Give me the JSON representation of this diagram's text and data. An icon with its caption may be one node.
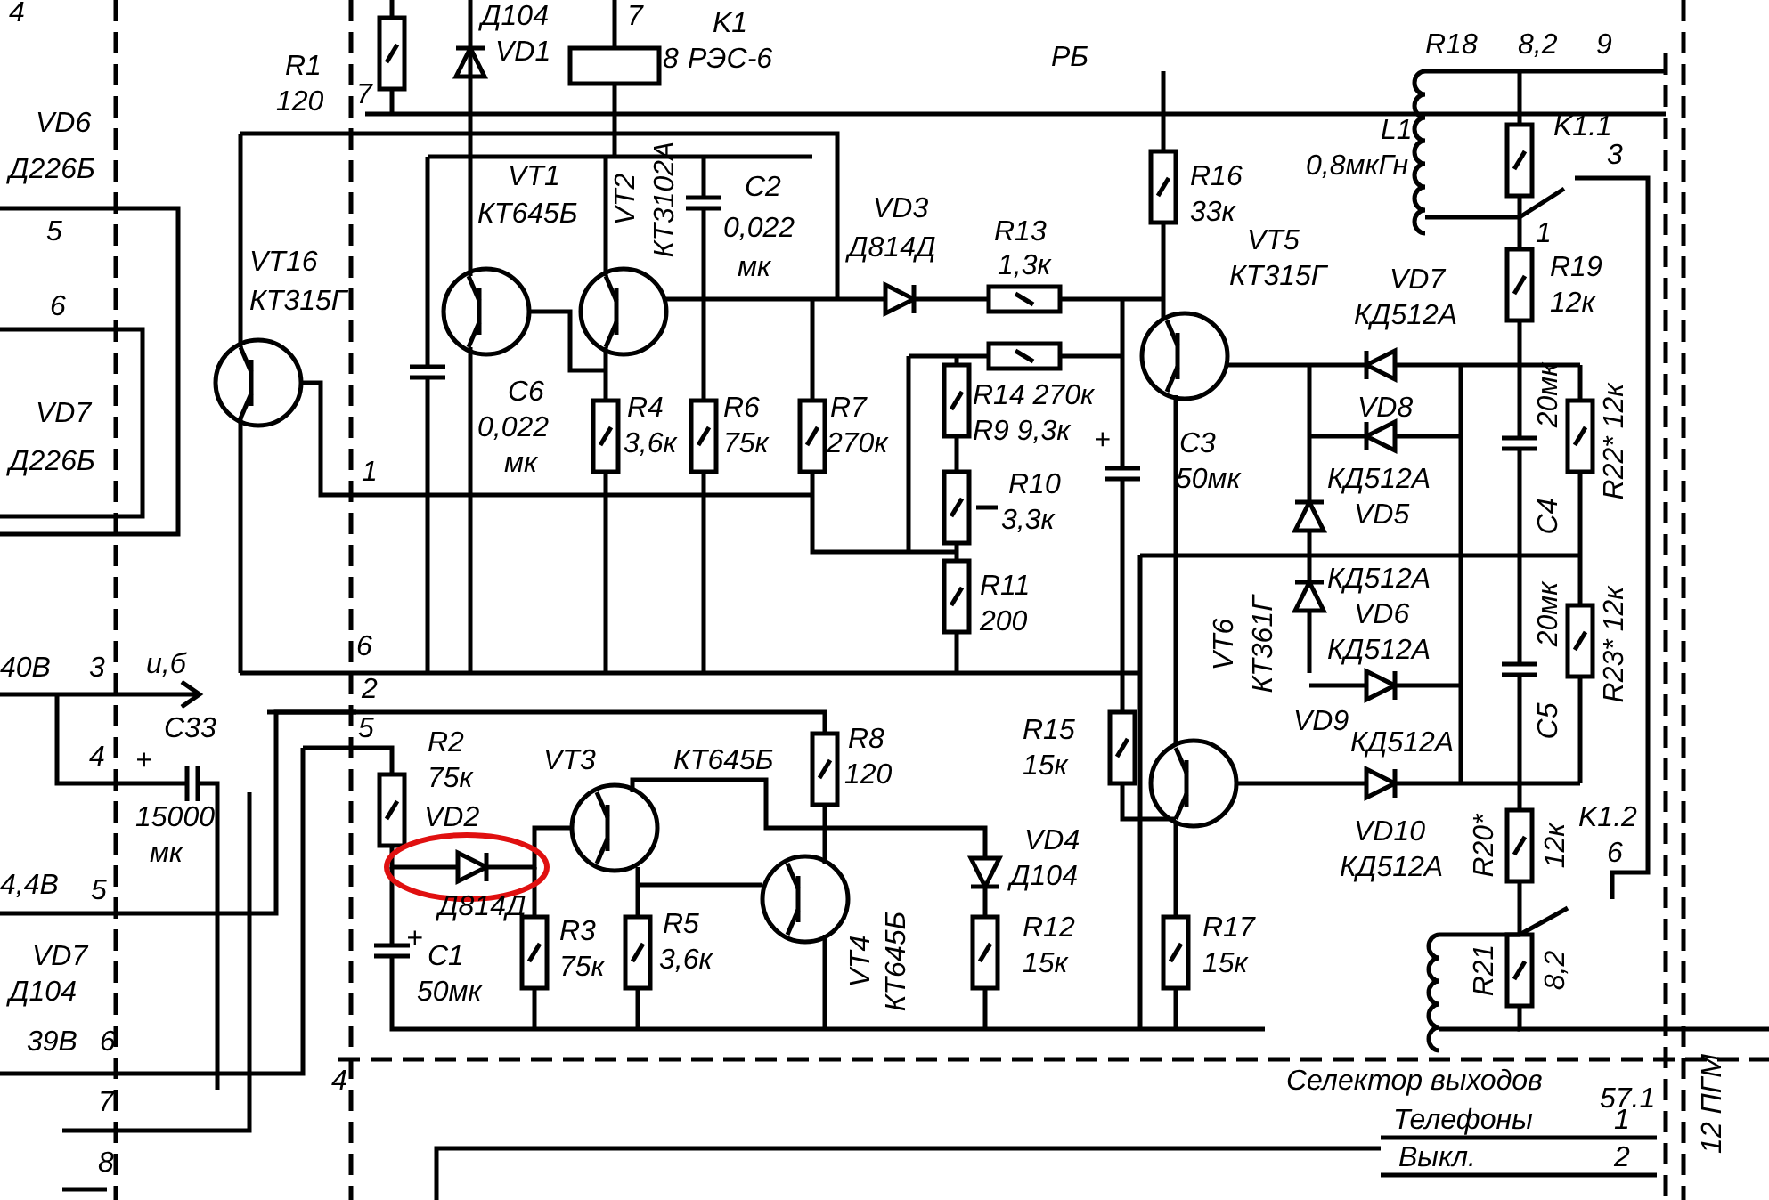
{
  "diagram": {
    "labels": [
      "4",
      "R1",
      "120",
      "Д104",
      "VD1",
      "7",
      "K1",
      "8",
      "РЭС-6",
      "РБ",
      "R18",
      "8,2",
      "9",
      "7",
      "VD6",
      "Д226Б",
      "5",
      "6",
      "VD7",
      "Д226Б",
      "VT16",
      "КТ315Г",
      "VT1",
      "КТ645Б",
      "VT2",
      "КТ3102А",
      "C2",
      "0,022",
      "мк",
      "VD3",
      "Д814Д",
      "R13",
      "1,3к",
      "R16",
      "33к",
      "VT5",
      "КТ315Г",
      "VD7",
      "КД512А",
      "L1",
      "0,8мкГн",
      "K1.1",
      "3",
      "1",
      "R19",
      "12к",
      "C6",
      "0,022",
      "мк",
      "R4",
      "3,6к",
      "R6",
      "75к",
      "R7",
      "270к",
      "R14 270к",
      "R9 9,3к",
      "R10",
      "3,3к",
      "C3",
      "50мк",
      "VD8",
      "КД512А",
      "VD5",
      "20мк",
      "C4",
      "R22* 12к",
      "1",
      "R11",
      "200",
      "КД512А",
      "VD6",
      "КД512А",
      "20мк",
      "C5",
      "R23* 12к",
      "6",
      "2",
      "5",
      "40В",
      "3",
      "u,б",
      "4",
      "C33",
      "+",
      "15000",
      "мк",
      "4,4В",
      "5",
      "VD7",
      "Д104",
      "39В",
      "6",
      "7",
      "8",
      "R2",
      "75к",
      "VT3",
      "КТ645Б",
      "R8",
      "120",
      "VD2",
      "Д814Д",
      "+",
      "C1",
      "50мк",
      "R3",
      "75к",
      "R5",
      "3,6к",
      "VT4",
      "КТ645Б",
      "R15",
      "15к",
      "VT6",
      "КТ361Г",
      "VD9",
      "КД512А",
      "VD10",
      "КД512А",
      "R20*",
      "12к",
      "K1.2",
      "6",
      "VD4",
      "Д104",
      "R12",
      "15к",
      "R17",
      "15к",
      "R21",
      "8,2",
      "4",
      "Селектор выходов",
      "57.1",
      "Телефоны",
      "1",
      "Выкл.",
      "2",
      "12 ПГМ",
      "+"
    ]
  }
}
